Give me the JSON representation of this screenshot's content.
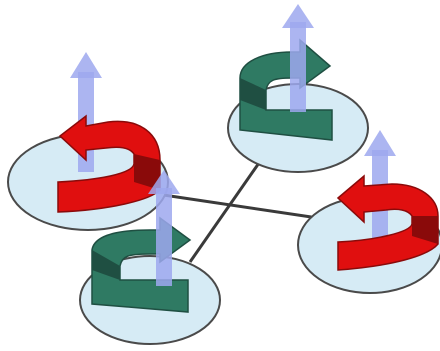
{
  "diagram": {
    "kind": "quadcopter-rotor-spin-schematic",
    "colors": {
      "disc_fill": "#d6ebf5",
      "disc_stroke": "#4a4a4a",
      "arm": "#3a3a3a",
      "thrust_arrow": "#9ea8ee",
      "red_arrow": "#e00f0f",
      "red_arrow_shadow": "#8a0a0a",
      "green_arrow": "#2f7a63",
      "green_arrow_shadow": "#1f4f42"
    },
    "rotors": [
      {
        "id": "left",
        "spin_arrow": "red"
      },
      {
        "id": "top",
        "spin_arrow": "green"
      },
      {
        "id": "bottom",
        "spin_arrow": "green"
      },
      {
        "id": "right",
        "spin_arrow": "red"
      }
    ],
    "arms": [
      {
        "from": "left",
        "to": "right"
      },
      {
        "from": "top",
        "to": "bottom"
      }
    ]
  }
}
